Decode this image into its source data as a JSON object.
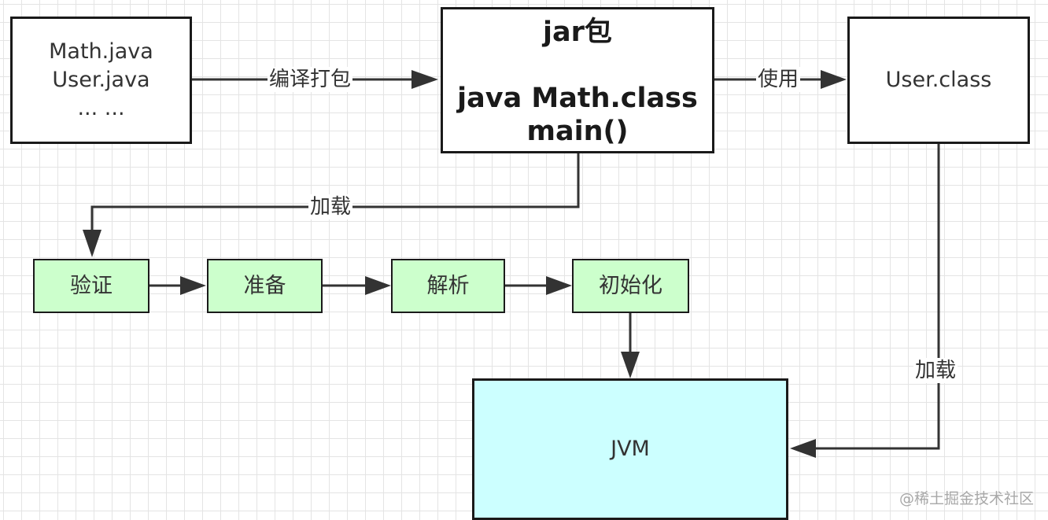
{
  "source_box": {
    "lines": [
      "Math.java",
      "User.java",
      "... ..."
    ]
  },
  "jar_box": {
    "title": "jar包",
    "line1": "java Math.class",
    "line2": "main()"
  },
  "user_class_box": {
    "label": "User.class"
  },
  "edge_labels": {
    "compile": "编译打包",
    "use": "使用",
    "load_left": "加载",
    "load_right": "加载"
  },
  "steps": [
    "验证",
    "准备",
    "解析",
    "初始化"
  ],
  "jvm_box": {
    "label": "JVM"
  },
  "watermark": "@稀土掘金技术社区",
  "colors": {
    "step_fill": "#ccffcc",
    "jvm_fill": "#ccffff",
    "border": "#1a1a1a",
    "arrow": "#333333"
  }
}
